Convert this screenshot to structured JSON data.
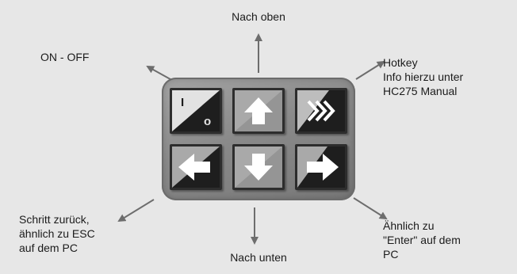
{
  "labels": {
    "up": "Nach oben",
    "onoff": "ON - OFF",
    "hotkey": [
      "Hotkey",
      "Info hierzu unter",
      "HC275 Manual"
    ],
    "back": [
      "Schritt zurück,",
      "ähnlich zu ESC",
      "auf dem PC"
    ],
    "down": "Nach unten",
    "enter": [
      "Ähnlich zu",
      "\"Enter\" auf dem",
      "PC"
    ]
  },
  "keys": {
    "onoff_symbols": [
      "I",
      "o"
    ]
  },
  "colors": {
    "background": "#e7e7e7",
    "keypad": "#8c8c8c",
    "arrow_line": "#6d6d6d",
    "key_light": "#a9a9a9",
    "key_dark": "#1e1e1e"
  }
}
